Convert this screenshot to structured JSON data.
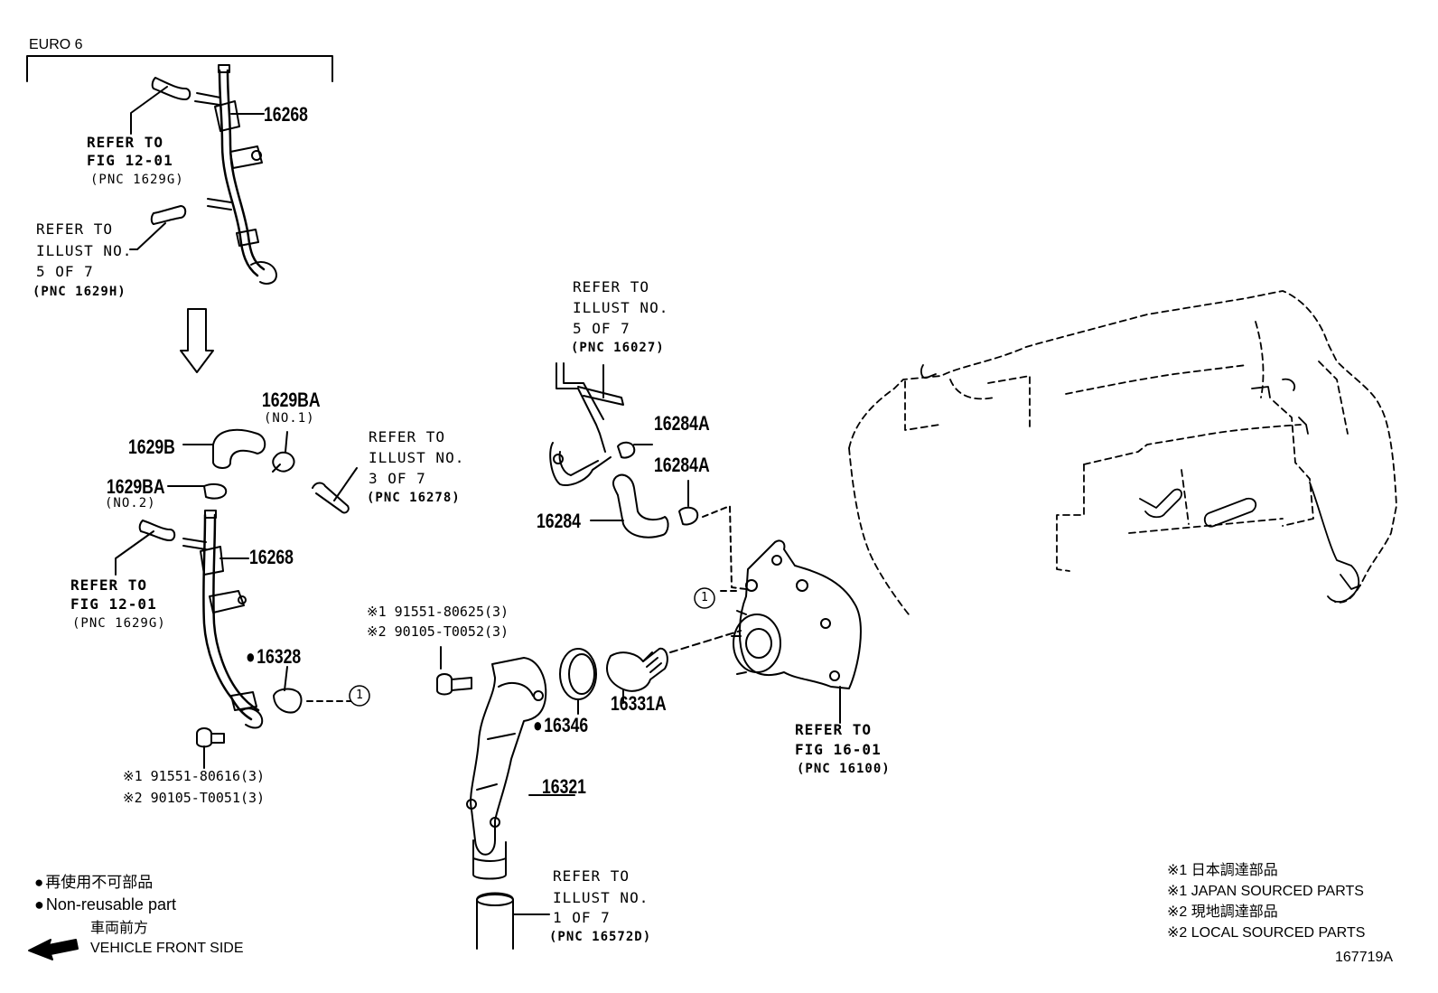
{
  "header": {
    "euro6": "EURO 6"
  },
  "top_group": {
    "part_16268": "16268",
    "refer_fig1201": [
      "REFER TO",
      "FIG 12-01",
      "(PNC 1629G)"
    ],
    "refer_illust5": [
      "REFER TO",
      "ILLUST NO.",
      "5 OF 7",
      "(PNC 1629H)"
    ]
  },
  "lower_group": {
    "part_1629BA_1": "1629BA",
    "no1": "(NO.1)",
    "part_1629B": "1629B",
    "part_1629BA_2": "1629BA",
    "no2": "(NO.2)",
    "refer_illust3": [
      "REFER TO",
      "ILLUST NO.",
      "3 OF 7",
      "(PNC 16278)"
    ],
    "part_16268": "16268",
    "refer_fig1201": [
      "REFER TO",
      "FIG 12-01",
      "(PNC 1629G)"
    ],
    "part_16328": "16328",
    "bolt_1": [
      "※1 91551-80616(3)",
      "※2 90105-T0051(3)"
    ]
  },
  "center_group": {
    "bolt_2": [
      "※1 91551-80625(3)",
      "※2 90105-T0052(3)"
    ],
    "part_16346": "16346",
    "part_16331A": "16331A",
    "part_16321": "16321",
    "refer_illust1": [
      "REFER TO",
      "ILLUST NO.",
      "1 OF 7",
      "(PNC 16572D)"
    ]
  },
  "upper_center": {
    "refer_illust5": [
      "REFER TO",
      "ILLUST NO.",
      "5 OF 7",
      "(PNC 16027)"
    ],
    "part_16284A_1": "16284A",
    "part_16284A_2": "16284A",
    "part_16284": "16284"
  },
  "right_group": {
    "refer_fig1601": [
      "REFER TO",
      "FIG 16-01",
      "(PNC 16100)"
    ],
    "callout": "1"
  },
  "legend": {
    "nonreusable_jp": "再使用不可部品",
    "nonreusable_en": "Non-reusable part",
    "front_jp": "車両前方",
    "front_en": "VEHICLE FRONT SIDE"
  },
  "notes": [
    "※1 日本調達部品",
    "※1 JAPAN SOURCED PARTS",
    "※2 現地調達部品",
    "※2 LOCAL SOURCED PARTS"
  ],
  "figure_id": "167719A"
}
